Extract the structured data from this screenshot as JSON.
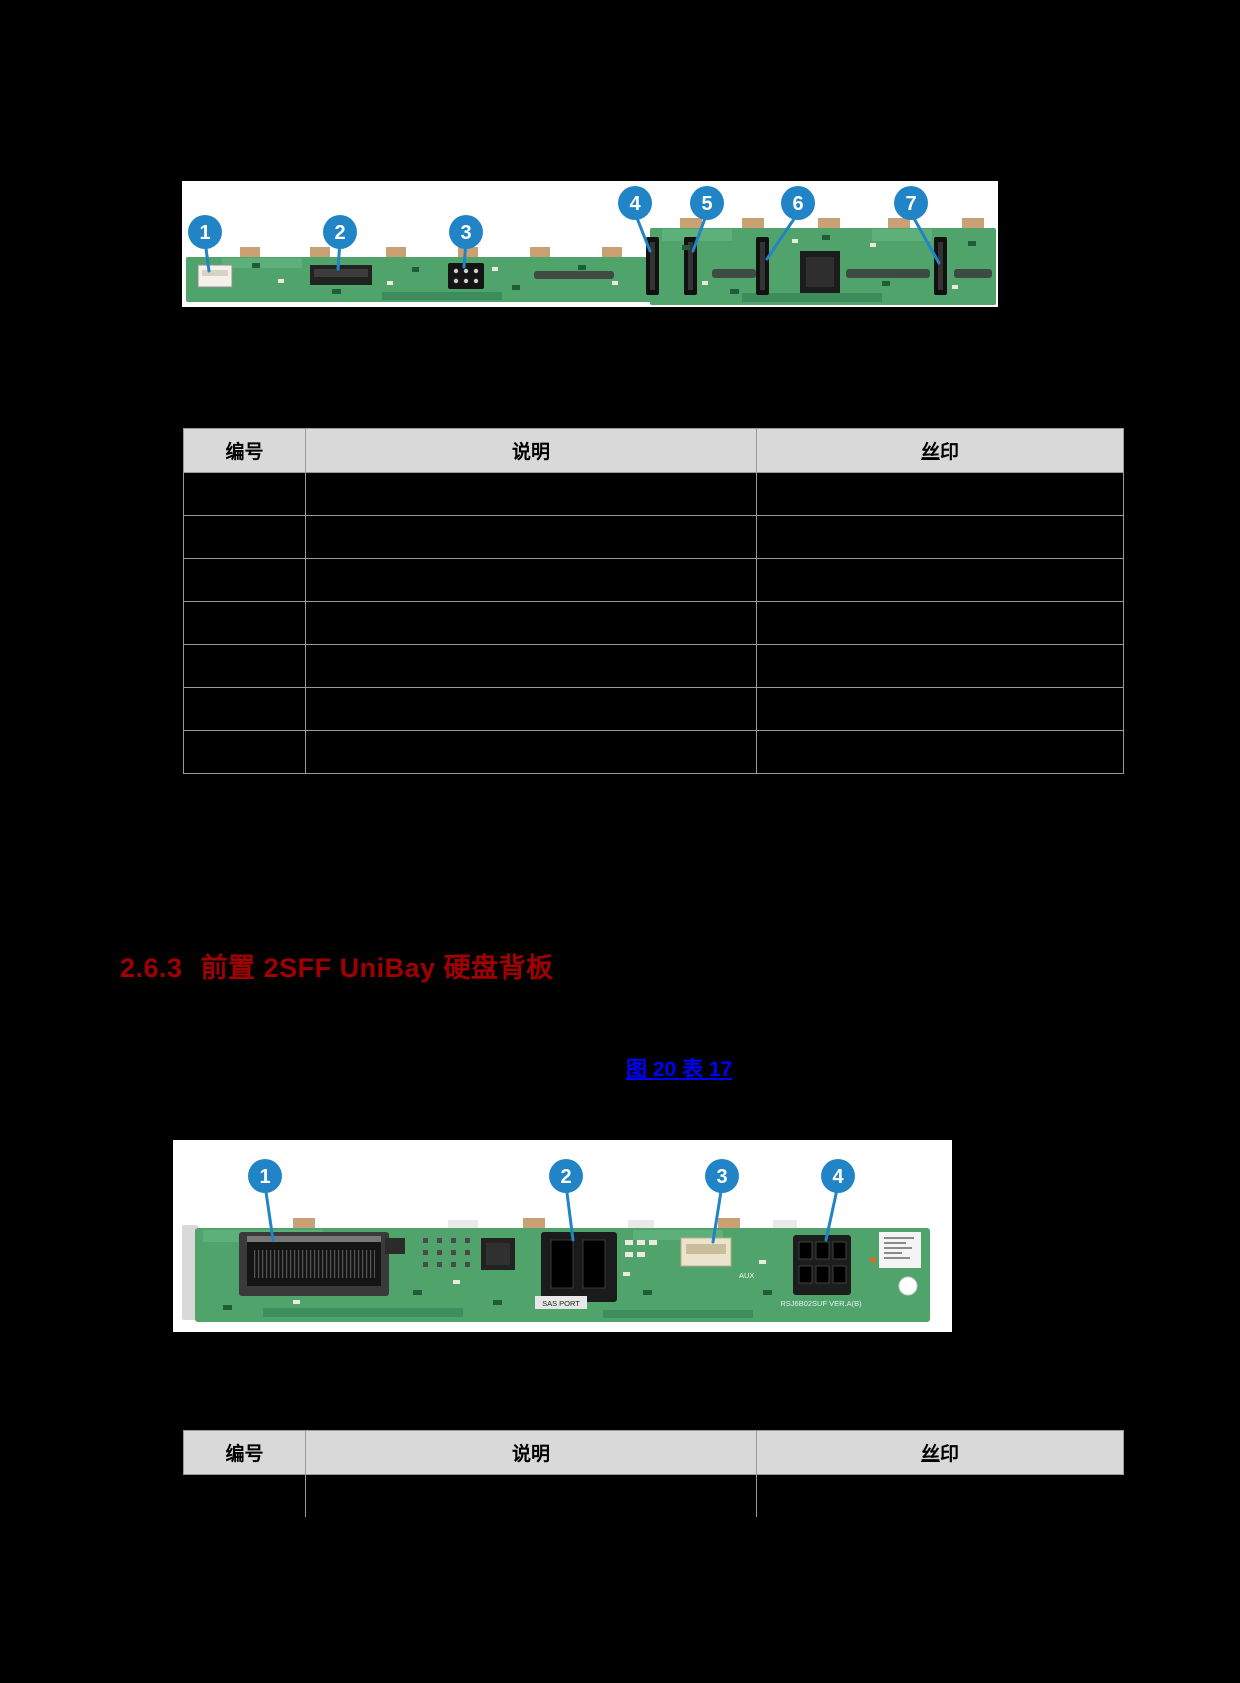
{
  "colors": {
    "page_bg": "#000000",
    "callout_blue": "#2184C7",
    "heading_red": "#A00000",
    "link_blue": "#0000FF",
    "table_header_bg": "#D9D9D9",
    "pcb_green": "#4FA36B"
  },
  "heading": {
    "number": "2.6.3",
    "title": "前置 2SFF UniBay 硬盘背板"
  },
  "figure_link": {
    "text": "图 20 表 17"
  },
  "figure1": {
    "callouts": [
      "1",
      "2",
      "3",
      "4",
      "5",
      "6",
      "7"
    ]
  },
  "figure2": {
    "callouts": [
      "1",
      "2",
      "3",
      "4"
    ],
    "silkscreen": {
      "sas_port": "SAS PORT",
      "aux": "AUX",
      "version": "RSJ6B02SUF VER.A(B)"
    }
  },
  "table1": {
    "headers": [
      "编号",
      "说明",
      "丝印"
    ],
    "rows": [
      [
        "",
        "",
        ""
      ],
      [
        "",
        "",
        ""
      ],
      [
        "",
        "",
        ""
      ],
      [
        "",
        "",
        ""
      ],
      [
        "",
        "",
        ""
      ],
      [
        "",
        "",
        ""
      ],
      [
        "",
        "",
        ""
      ]
    ]
  },
  "table2": {
    "headers": [
      "编号",
      "说明",
      "丝印"
    ],
    "rows": [
      [
        "",
        "",
        ""
      ]
    ]
  }
}
